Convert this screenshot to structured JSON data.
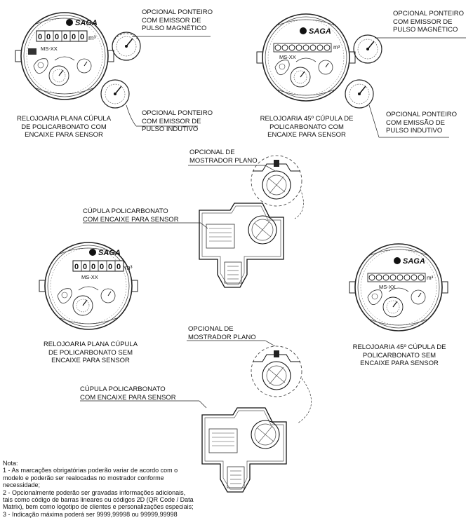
{
  "callouts": {
    "top_left_magnetic": [
      "OPCIONAL PONTEIRO",
      "COM EMISSOR DE",
      "PULSO MAGNÉTICO"
    ],
    "top_left_inductive": [
      "OPCIONAL PONTEIRO",
      "COM EMISSOR DE",
      "PULSO INDUTIVO"
    ],
    "top_left_caption": [
      "RELOJOARIA PLANA CÚPULA",
      "DE POLICARBONATO COM",
      "ENCAIXE PARA SENSOR"
    ],
    "top_right_magnetic": [
      "OPCIONAL PONTEIRO",
      "COM EMISSOR DE",
      "PULSO MAGNÉTICO"
    ],
    "top_right_inductive": [
      "OPCIONAL PONTEIRO",
      "COM EMISSÃO DE",
      "PULSO INDUTIVO"
    ],
    "top_right_caption": [
      "RELOJOARIA 45º CÚPULA  DE",
      "POLICARBONATO COM",
      "ENCAIXE PARA SENSOR"
    ],
    "flat_display_1": [
      "OPCIONAL DE",
      "MOSTRADOR  PLANO"
    ],
    "dome_1": [
      "CÚPULA POLICARBONATO",
      "COM ENCAIXE PARA SENSOR"
    ],
    "mid_left_caption": [
      "RELOJOARIA PLANA CÚPULA",
      "DE POLICARBONATO SEM",
      "ENCAIXE PARA SENSOR"
    ],
    "mid_right_caption": [
      "RELOJOARIA 45º CÚPULA  DE",
      "POLICARBONATO  SEM",
      "ENCAIXE PARA SENSOR"
    ],
    "flat_display_2": [
      "OPCIONAL DE",
      "MOSTRADOR  PLANO"
    ],
    "dome_2": [
      "CÚPULA POLICARBONATO",
      "COM ENCAIXE PARA SENSOR"
    ]
  },
  "dial": {
    "brand": "SAGA",
    "model": "MS-XX",
    "unit": "m³",
    "digits": [
      "0",
      "0",
      "0",
      "0",
      "0",
      "0"
    ]
  },
  "notes": {
    "title": "Nota:",
    "lines": [
      "1 - As marcações obrigatórias poderão variar de acordo com o",
      "modelo e poderão ser realocadas no mostrador conforme",
      "necessidade;",
      "2 - Opcionalmente poderão ser gravadas informações adicionais,",
      "tais como código de barras lineares ou códigos 2D (QR Code / Data",
      "Matrix), bem como logotipo de clientes e personalizações especiais;",
      "3 - Indicação máxima poderá ser 9999,99998 ou 99999,99998"
    ]
  }
}
